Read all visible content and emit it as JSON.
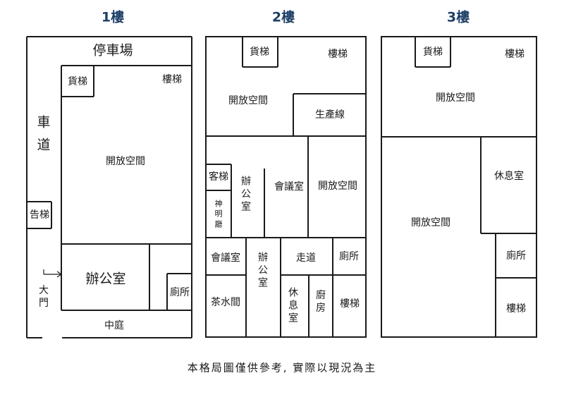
{
  "floors": [
    {
      "title": "1樓",
      "rooms": {
        "parking": "停車場",
        "freight_elevator": "貨梯",
        "stairs": "樓梯",
        "open_space": "開放空間",
        "driveway": "車道",
        "notice_stairs": "告梯",
        "office": "辦公室",
        "restroom": "廁所",
        "main_gate": "大門",
        "courtyard": "中庭"
      }
    },
    {
      "title": "2樓",
      "rooms": {
        "freight_elevator": "貨梯",
        "stairs_top": "樓梯",
        "open_space_top": "開放空間",
        "production_line": "生產線",
        "guest_elevator": "客梯",
        "shrine_hall": "神明廳",
        "office_mid": "辦公室",
        "meeting_room_mid": "會議室",
        "open_space_mid": "開放空間",
        "meeting_room_low": "會議室",
        "tea_room": "茶水間",
        "office_low": "辦公室",
        "corridor": "走道",
        "restroom": "廁所",
        "lounge": "休息室",
        "kitchen": "廚房",
        "stairs_bottom": "樓梯"
      }
    },
    {
      "title": "3樓",
      "rooms": {
        "freight_elevator": "貨梯",
        "stairs_top": "樓梯",
        "open_space_top": "開放空間",
        "lounge": "休息室",
        "open_space_bottom": "開放空間",
        "restroom": "廁所",
        "stairs_bottom": "樓梯"
      }
    }
  ],
  "footnote": "本格局圖僅供參考, 實際以現況為主"
}
